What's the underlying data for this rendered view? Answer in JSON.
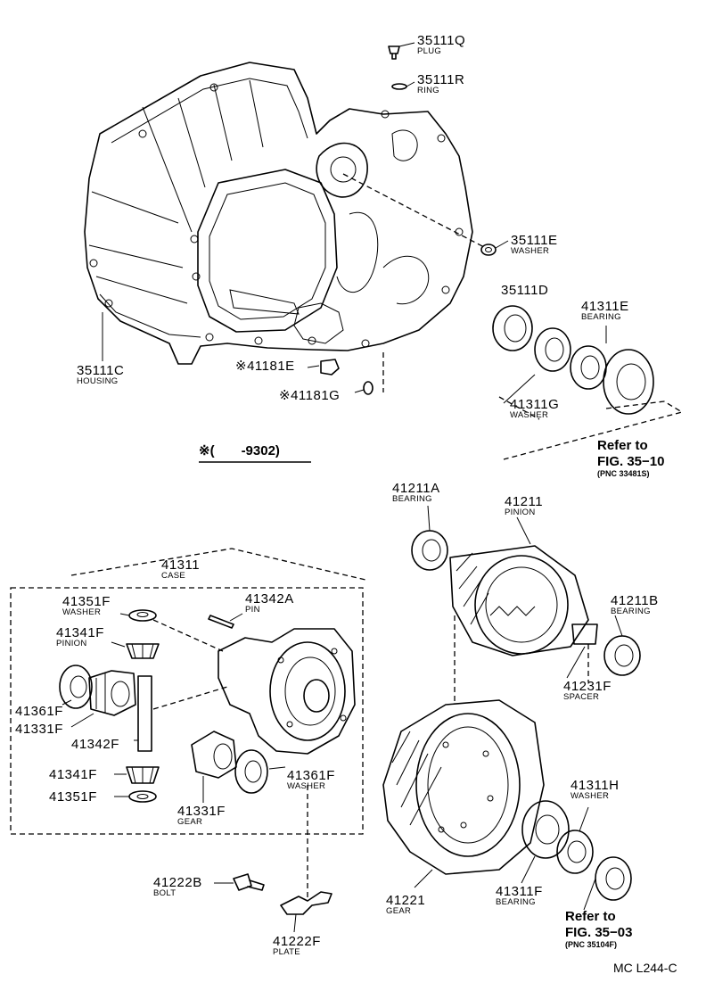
{
  "footer_code": "MC L244-C",
  "note": "※(　　-9302)",
  "callouts": [
    {
      "id": "plug",
      "part": "35111Q",
      "desc": "PLUG"
    },
    {
      "id": "ring",
      "part": "35111R",
      "desc": "RING"
    },
    {
      "id": "washer-35111e",
      "part": "35111E",
      "desc": "WASHER"
    },
    {
      "id": "seal-35111d",
      "part": "35111D",
      "desc": ""
    },
    {
      "id": "bearing-41311e",
      "part": "41311E",
      "desc": "BEARING"
    },
    {
      "id": "washer-41311g",
      "part": "41311G",
      "desc": "WASHER"
    },
    {
      "id": "housing",
      "part": "35111C",
      "desc": "HOUSING"
    },
    {
      "id": "part-41181e",
      "part": "※41181E",
      "desc": ""
    },
    {
      "id": "part-41181g",
      "part": "※41181G",
      "desc": ""
    },
    {
      "id": "bearing-41211a",
      "part": "41211A",
      "desc": "BEARING"
    },
    {
      "id": "pinion-41211",
      "part": "41211",
      "desc": "PINION"
    },
    {
      "id": "bearing-41211b",
      "part": "41211B",
      "desc": "BEARING"
    },
    {
      "id": "spacer-41231f",
      "part": "41231F",
      "desc": "SPACER"
    },
    {
      "id": "case-41311",
      "part": "41311",
      "desc": "CASE"
    },
    {
      "id": "washer-41351f-top",
      "part": "41351F",
      "desc": "WASHER"
    },
    {
      "id": "pin-41342a",
      "part": "41342A",
      "desc": "PIN"
    },
    {
      "id": "pinion-41341f-top",
      "part": "41341F",
      "desc": "PINION"
    },
    {
      "id": "part-41361f-left",
      "part": "41361F",
      "desc": ""
    },
    {
      "id": "part-41331f-left",
      "part": "41331F",
      "desc": ""
    },
    {
      "id": "part-41342f",
      "part": "41342F",
      "desc": ""
    },
    {
      "id": "part-41341f-bottom",
      "part": "41341F",
      "desc": ""
    },
    {
      "id": "part-41351f-bottom",
      "part": "41351F",
      "desc": ""
    },
    {
      "id": "washer-41361f",
      "part": "41361F",
      "desc": "WASHER"
    },
    {
      "id": "gear-41331f",
      "part": "41331F",
      "desc": "GEAR"
    },
    {
      "id": "washer-41311h",
      "part": "41311H",
      "desc": "WASHER"
    },
    {
      "id": "gear-41221",
      "part": "41221",
      "desc": "GEAR"
    },
    {
      "id": "bearing-41311f",
      "part": "41311F",
      "desc": "BEARING"
    },
    {
      "id": "bolt-41222b",
      "part": "41222B",
      "desc": "BOLT"
    },
    {
      "id": "plate-41222f",
      "part": "41222F",
      "desc": "PLATE"
    }
  ],
  "references": [
    {
      "id": "ref-top",
      "line1": "Refer to",
      "line2": "FIG. 35−10",
      "line3": "(PNC 33481S)"
    },
    {
      "id": "ref-bottom",
      "line1": "Refer to",
      "line2": "FIG. 35−03",
      "line3": "(PNC 35104F)"
    }
  ]
}
